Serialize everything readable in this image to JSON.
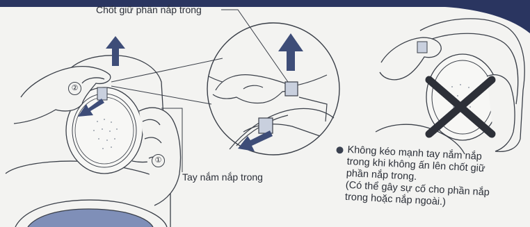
{
  "labels": {
    "latch": "Chốt giữ phần nắp trong",
    "handle": "Tay nắm nắp trong",
    "step1": "①",
    "step2": "②"
  },
  "note": {
    "lines": [
      "Không kéo mạnh tay nắm nắp",
      "trong khi không ấn lên chốt giữ",
      "phần nắp trong.",
      "(Có thể gây sự cố cho phần nắp",
      "trong hoặc nắp ngoài.)"
    ]
  },
  "colors": {
    "header": "#2a3560",
    "arrow": "#3e4d78",
    "ink": "#2b2f38",
    "cross": "#2d3038"
  },
  "icons": [
    "up-arrow-icon",
    "down-left-arrow-icon",
    "cross-icon",
    "bullet-icon"
  ]
}
